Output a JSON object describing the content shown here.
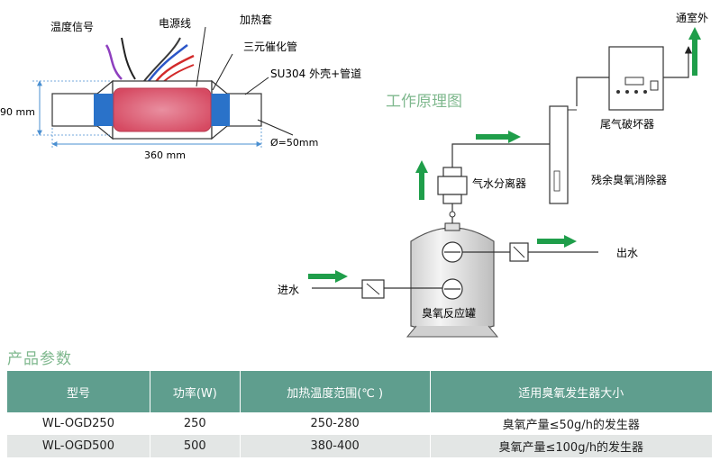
{
  "heater": {
    "temp_signal": "温度信号",
    "power_line": "电源线",
    "heating_jacket": "加热套",
    "catalyst_tube": "三元催化管",
    "shell": "SU304 外壳+管道",
    "height": "90 mm",
    "length": "360 mm",
    "diameter": "Ø=50mm"
  },
  "flow": {
    "title": "工作原理图",
    "outdoor": "通室外",
    "destroyer": "尾气破坏器",
    "separator": "气水分离器",
    "eliminator": "残余臭氧消除器",
    "water_out": "出水",
    "water_in": "进水",
    "tank": "臭氧反应罐"
  },
  "colors": {
    "arrow": "#1f9e4a",
    "jacket": "#d9546a",
    "band": "#2a72c9",
    "dimension": "#4a8fd1",
    "header": "#5f9e8e",
    "title": "#7fb88e"
  },
  "params": {
    "title": "产品参数",
    "headers": [
      "型号",
      "功率(W)",
      "加热温度范围(℃ )",
      "适用臭氧发生器大小"
    ],
    "rows": [
      [
        "WL-OGD250",
        "250",
        "250-280",
        "臭氧产量≤50g/h的发生器"
      ],
      [
        "WL-OGD500",
        "500",
        "380-400",
        "臭氧产量≤100g/h的发生器"
      ]
    ]
  }
}
